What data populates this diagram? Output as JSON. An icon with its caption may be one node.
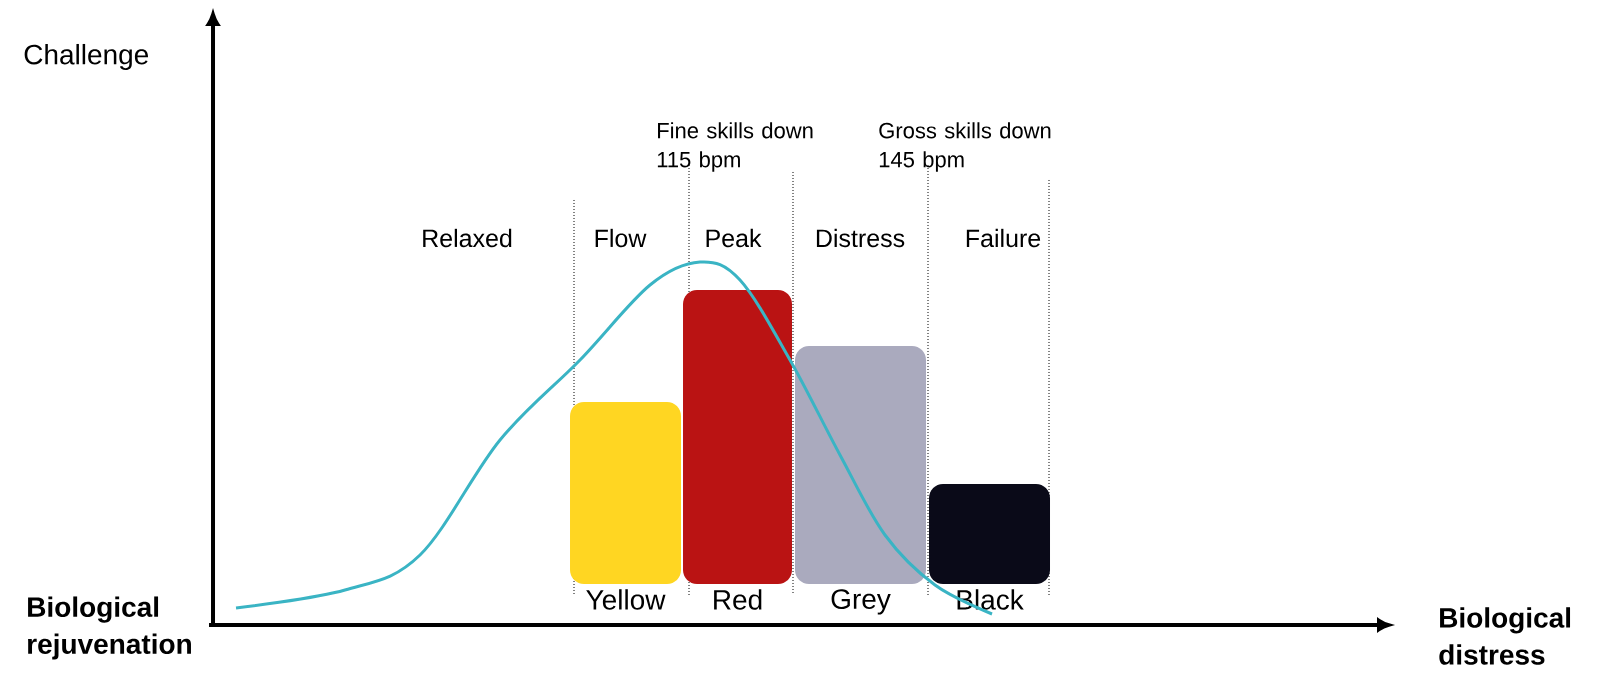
{
  "diagram": {
    "nodes": [
      {
        "text": [],
        "shape": "box",
        "beside": [
          "Yellow"
        ]
      },
      {
        "text": [],
        "shape": "box",
        "beside": [
          "Red"
        ]
      },
      {
        "text": [],
        "shape": "box",
        "beside": [
          "Grey"
        ]
      },
      {
        "text": [],
        "shape": "box",
        "beside": [
          "Black"
        ]
      }
    ],
    "labels": [
      "Challenge",
      "Fine skills down 115 bpm",
      "Gross skills down 145 bpm",
      "Relaxed",
      "Flow",
      "Peak",
      "Distress",
      "Failure",
      "Biological rejuvenation",
      "Biological distress"
    ]
  }
}
